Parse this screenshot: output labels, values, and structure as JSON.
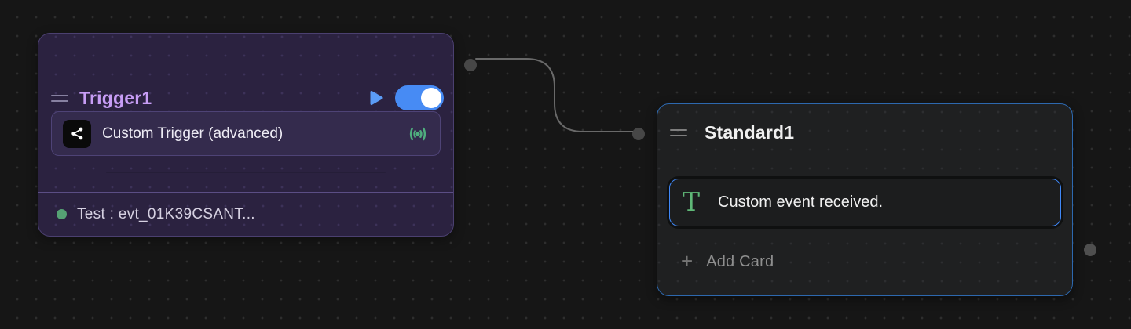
{
  "canvas": {
    "background_color": "#161616",
    "dot_color": "#2e2e2e",
    "edge_color": "#696969"
  },
  "trigger_node": {
    "title": "Trigger1",
    "title_color": "#c79df5",
    "background_color": "#2b2240",
    "toggle": {
      "state": "on",
      "color": "#478bf4"
    },
    "play_color": "#5b9cf6",
    "card": {
      "label": "Custom Trigger (advanced)",
      "app_icon": "share-nodes-icon",
      "status_icon": "broadcast-icon",
      "status_icon_color": "#4fae7e"
    },
    "footer": {
      "status_dot_color": "#55a274",
      "label": "Test : evt_01K39CSANT..."
    }
  },
  "standard_node": {
    "title": "Standard1",
    "border_color": "#2d68ae",
    "card": {
      "icon_glyph": "T",
      "icon_color": "#5fb877",
      "border_color": "#3f87f7",
      "label": "Custom event received."
    },
    "add_card": {
      "plus": "+",
      "label": "Add Card"
    }
  }
}
